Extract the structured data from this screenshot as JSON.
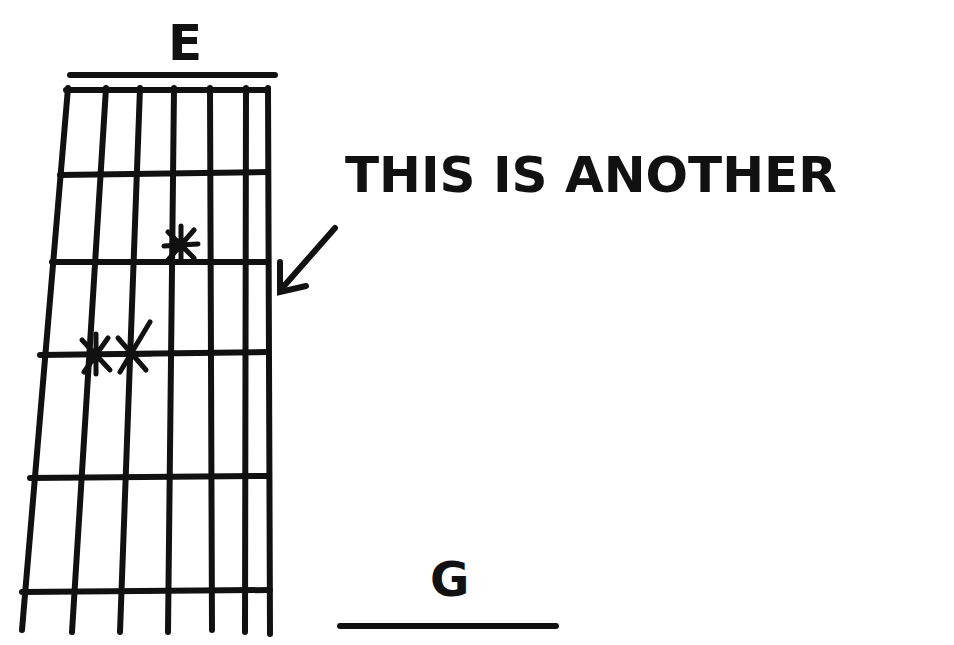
{
  "diagram": {
    "labels": [
      "E",
      "THIS IS ANOTHER",
      "G"
    ]
  }
}
